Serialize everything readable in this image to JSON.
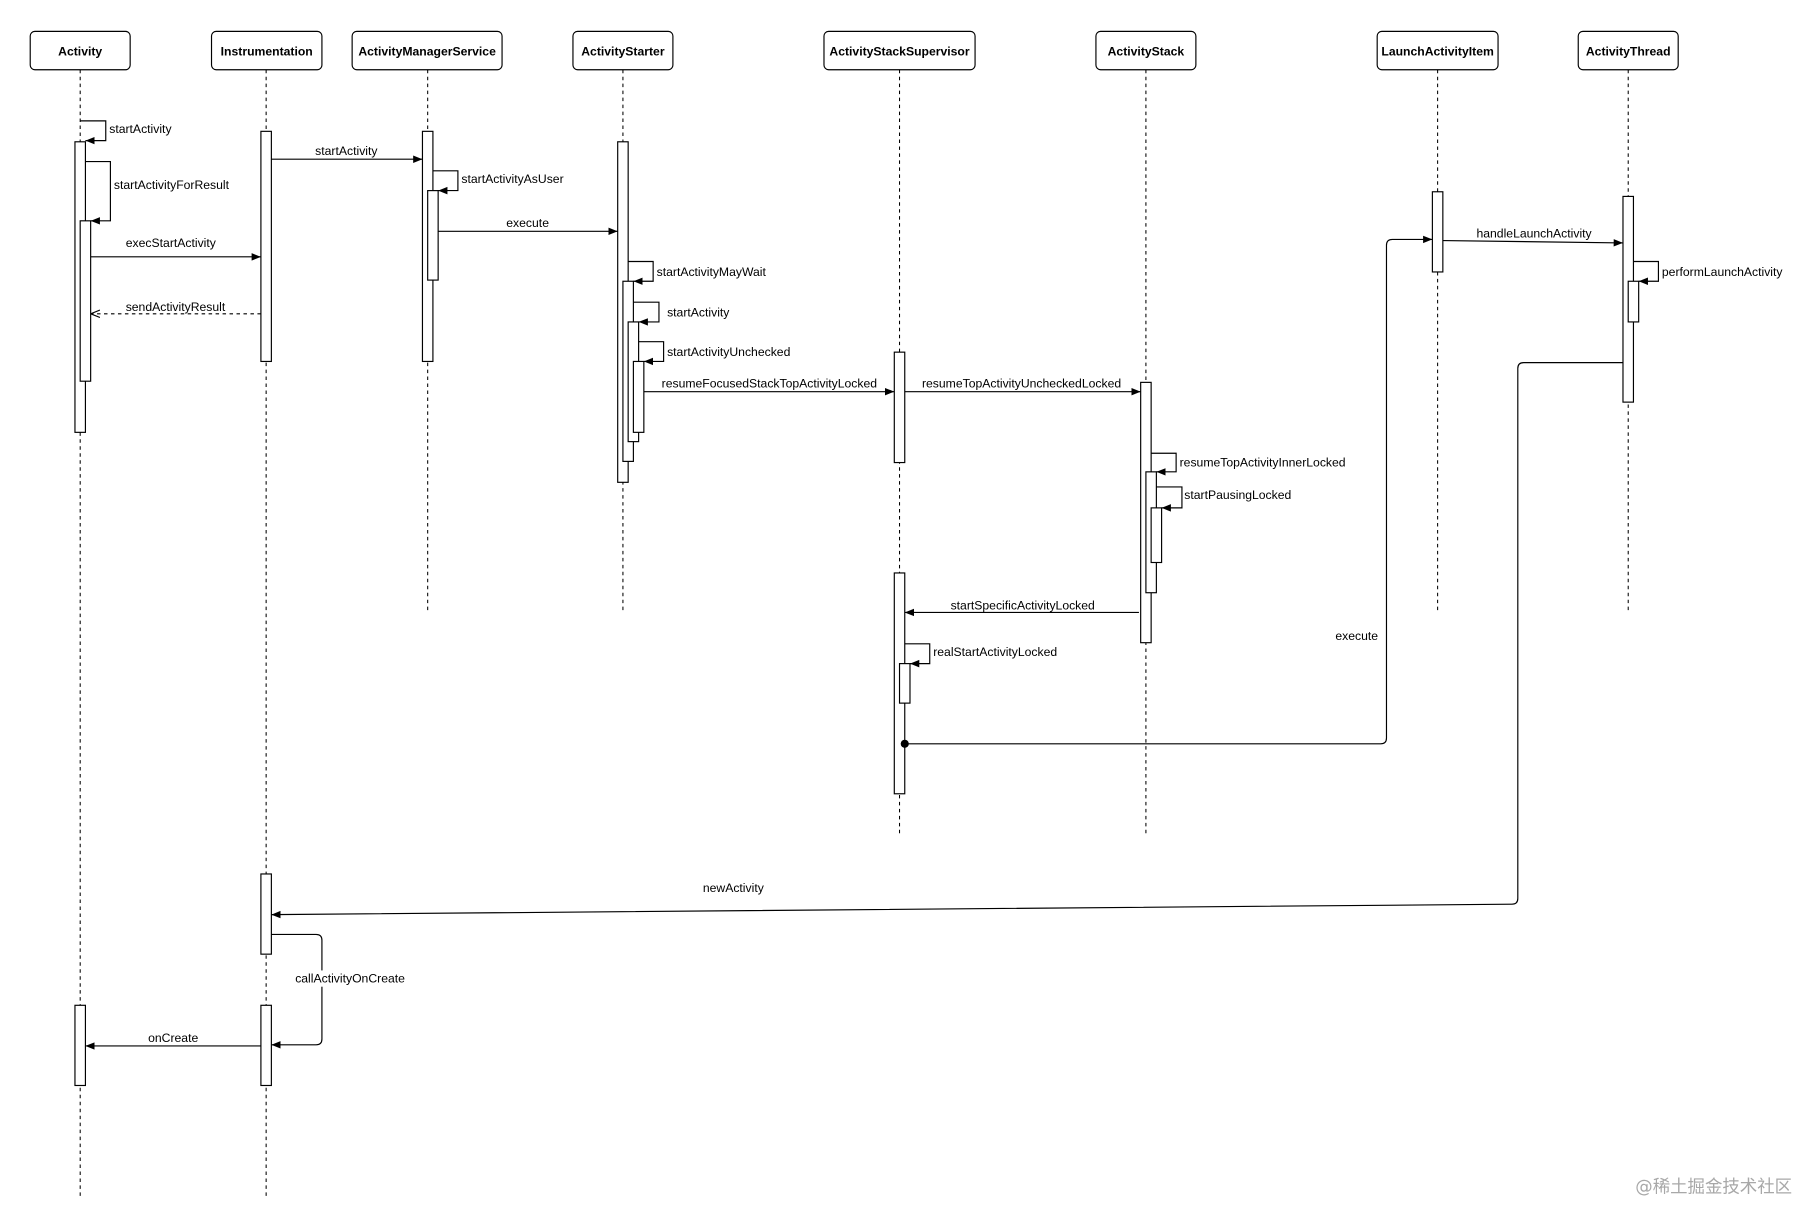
{
  "participants": [
    "Activity",
    "Instrumentation",
    "ActivityManagerService",
    "ActivityStarter",
    "ActivityStackSupervisor",
    "ActivityStack",
    "LaunchActivityItem",
    "ActivityThread"
  ],
  "messages": [
    "startActivity",
    "startActivityForResult",
    "execStartActivity",
    "sendActivityResult",
    "startActivity",
    "startActivityAsUser",
    "execute",
    "startActivityMayWait",
    "startActivity",
    "startActivityUnchecked",
    "resumeFocusedStackTopActivityLocked",
    "resumeTopActivityUncheckedLocked",
    "resumeTopActivityInnerLocked",
    "startPausingLocked",
    "startSpecificActivityLocked",
    "realStartActivityLocked",
    "execute",
    "handleLaunchActivity",
    "performLaunchActivity",
    "newActivity",
    "callActivityOnCreate",
    "onCreate"
  ],
  "watermark": "@稀土掘金技术社区",
  "colors": {
    "line": "#000000",
    "background": "#ffffff",
    "watermark": "#a8a8a8"
  }
}
